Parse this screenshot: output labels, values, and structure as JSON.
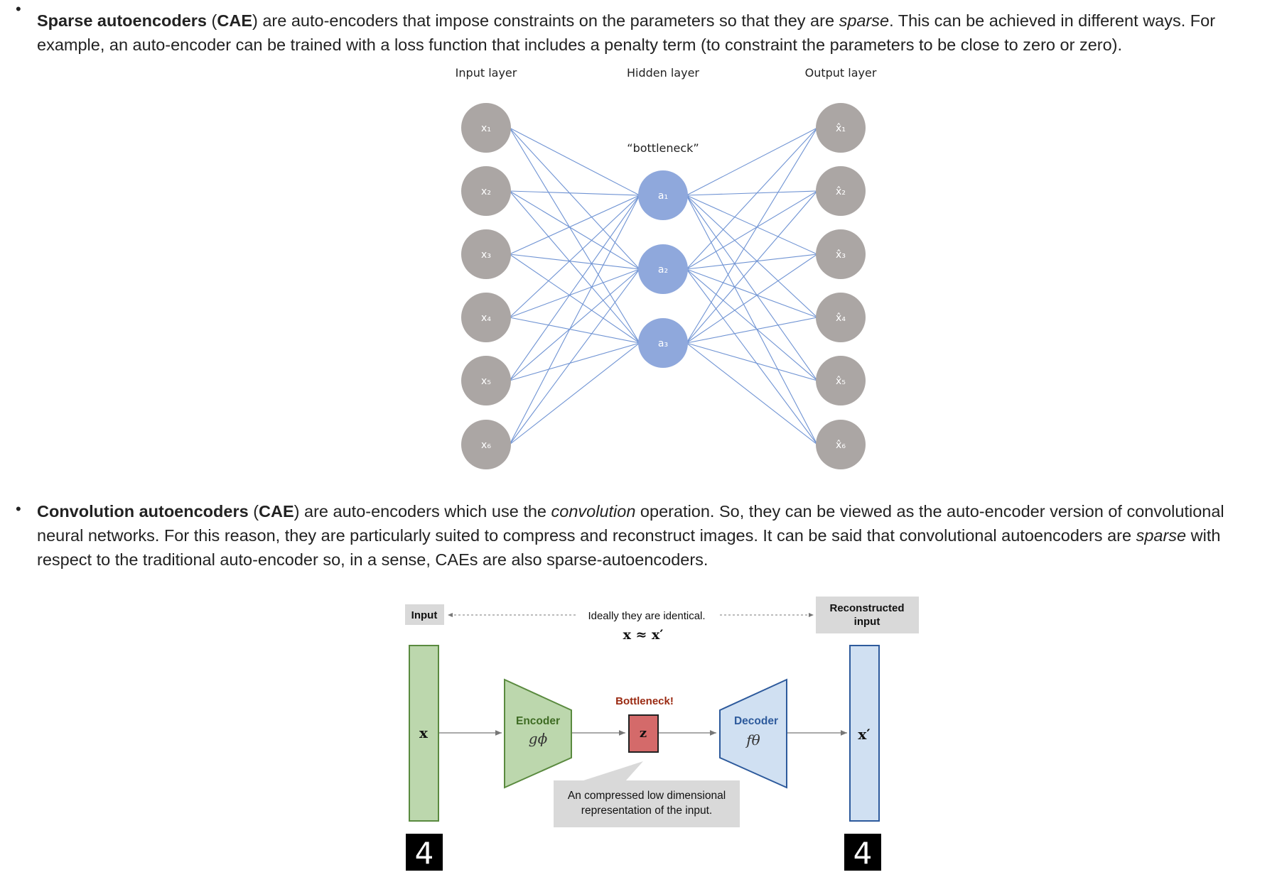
{
  "sparse": {
    "title": "Sparse autoencoders",
    "open_paren": " (",
    "abbr": "CAE",
    "text_a": ") are auto-encoders that impose constraints on the parameters so that they are ",
    "emph": "sparse",
    "text_b": ". This can be achieved in different ways. For example, an auto-encoder can be trained with a loss function that includes a penalty term (to constraint the parameters to be close to zero or zero)."
  },
  "conv": {
    "title": "Convolution autoencoders",
    "open_paren": " (",
    "abbr": "CAE",
    "text_a": ") are auto-encoders which use the ",
    "emph1": "convolution",
    "text_b": " operation. So, they can be viewed as the auto-encoder version of convolutional neural networks. For this reason, they are particularly suited to compress and reconstruct images. It can be said that convolutional autoencoders are ",
    "emph2": "sparse",
    "text_c": " with respect to the traditional auto-encoder so, in a sense, CAEs are also sparse-autoencoders."
  },
  "nn_diagram": {
    "input_label": "Input layer",
    "hidden_label": "Hidden layer",
    "output_label": "Output layer",
    "bottleneck_label": "“bottleneck”",
    "input_nodes": [
      "x₁",
      "x₂",
      "x₃",
      "x₄",
      "x₅",
      "x₆"
    ],
    "hidden_nodes": [
      "a₁",
      "a₂",
      "a₃"
    ],
    "output_nodes": [
      "x̂₁",
      "x̂₂",
      "x̂₃",
      "x̂₄",
      "x̂₅",
      "x̂₆"
    ],
    "colors": {
      "input": "#aba6a4",
      "hidden": "#8fa8dc",
      "edge": "#6f93d3"
    }
  },
  "ae_diagram": {
    "input_box": "Input",
    "recon_box_line1": "Reconstructed",
    "recon_box_line2": "input",
    "ideal_text": "Ideally they are identical.",
    "approx_formula": "x ≈ x′",
    "x_label": "x",
    "encoder_label": "Encoder",
    "encoder_fn": "gϕ",
    "bottleneck_label": "Bottleneck!",
    "z_label": "z",
    "decoder_label": "Decoder",
    "decoder_fn": "fθ",
    "xprime_label": "x′",
    "callout_line1": "An compressed low dimensional",
    "callout_line2": "representation of the input.",
    "digit_in": "4",
    "digit_out": "4",
    "colors": {
      "green_fill": "#bcd7ad",
      "green_stroke": "#5a8a3f",
      "blue_fill": "#d0e0f2",
      "blue_stroke": "#2d5a9c",
      "z_fill": "#d46a6a",
      "bottleneck_text": "#9a2a12",
      "encoder_text": "#3e6b23",
      "decoder_text": "#2d5a9c",
      "gray_box": "#d9d9d9"
    }
  }
}
